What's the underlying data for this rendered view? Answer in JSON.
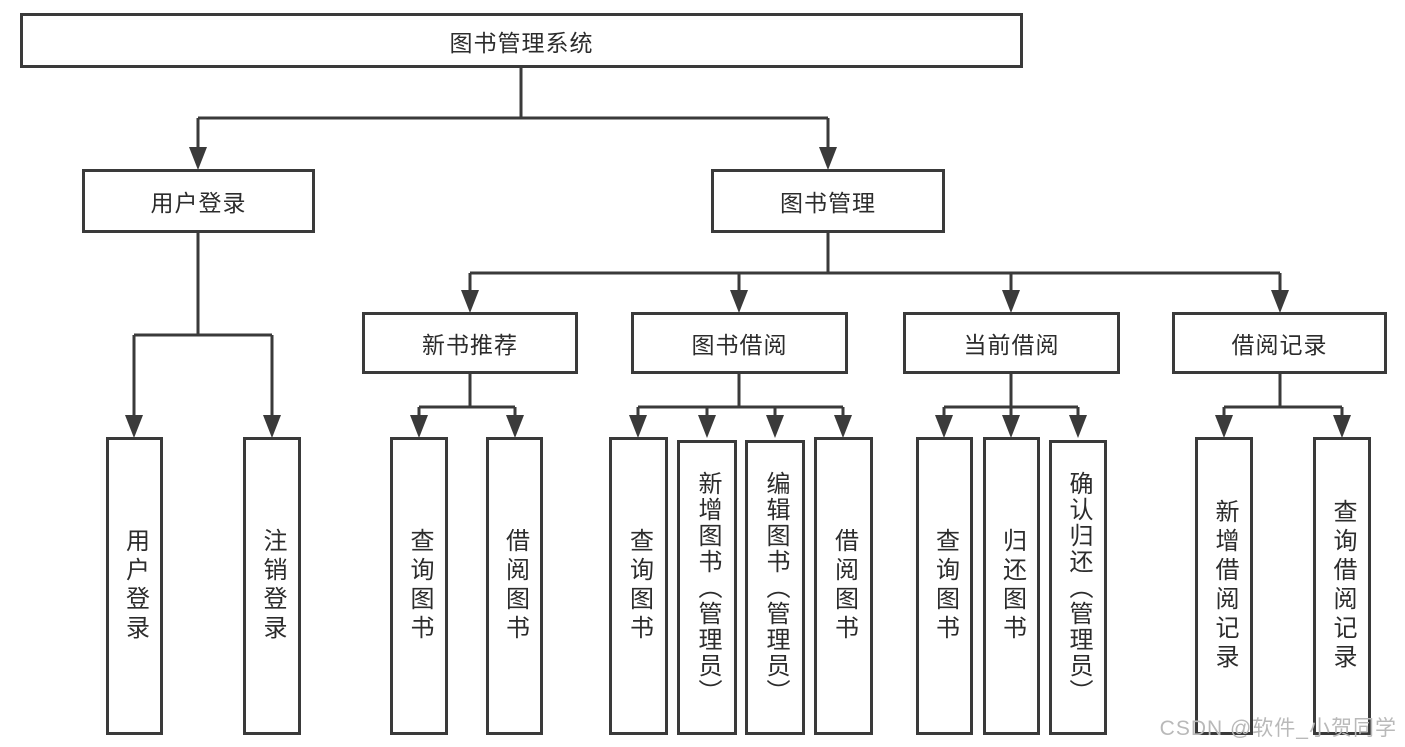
{
  "diagram": {
    "type": "hierarchy-functional-structure",
    "title": "图书管理系统"
  },
  "nodes": {
    "root": "图书管理系统",
    "user_login_branch": "用户登录",
    "book_mgmt": "图书管理",
    "new_book_rec": "新书推荐",
    "book_borrow": "图书借阅",
    "current_borrow": "当前借阅",
    "borrow_records": "借阅记录",
    "leaf_user_login": "用户登录",
    "leaf_logout": "注销登录",
    "leaf_rec_query": "查询图书",
    "leaf_rec_borrow": "借阅图书",
    "leaf_bb_query": "查询图书",
    "leaf_bb_add": "新增图书（管理员）",
    "leaf_bb_edit": "编辑图书（管理员）",
    "leaf_bb_borrow": "借阅图书",
    "leaf_cb_query": "查询图书",
    "leaf_cb_return": "归还图书",
    "leaf_cb_confirm": "确认归还（管理员）",
    "leaf_br_add": "新增借阅记录",
    "leaf_br_query": "查询借阅记录"
  },
  "hierarchy": {
    "root": "图书管理系统",
    "children": [
      {
        "label": "用户登录",
        "children": [
          "用户登录",
          "注销登录"
        ]
      },
      {
        "label": "图书管理",
        "children": [
          {
            "label": "新书推荐",
            "children": [
              "查询图书",
              "借阅图书"
            ]
          },
          {
            "label": "图书借阅",
            "children": [
              "查询图书",
              "新增图书（管理员）",
              "编辑图书（管理员）",
              "借阅图书"
            ]
          },
          {
            "label": "当前借阅",
            "children": [
              "查询图书",
              "归还图书",
              "确认归还（管理员）"
            ]
          },
          {
            "label": "借阅记录",
            "children": [
              "新增借阅记录",
              "查询借阅记录"
            ]
          }
        ]
      }
    ]
  },
  "watermark": "CSDN @软件_小贺同学",
  "colors": {
    "line": "#3a3a3a",
    "text": "#2c2c2c",
    "watermark": "#b9b9b9",
    "background": "#ffffff"
  }
}
